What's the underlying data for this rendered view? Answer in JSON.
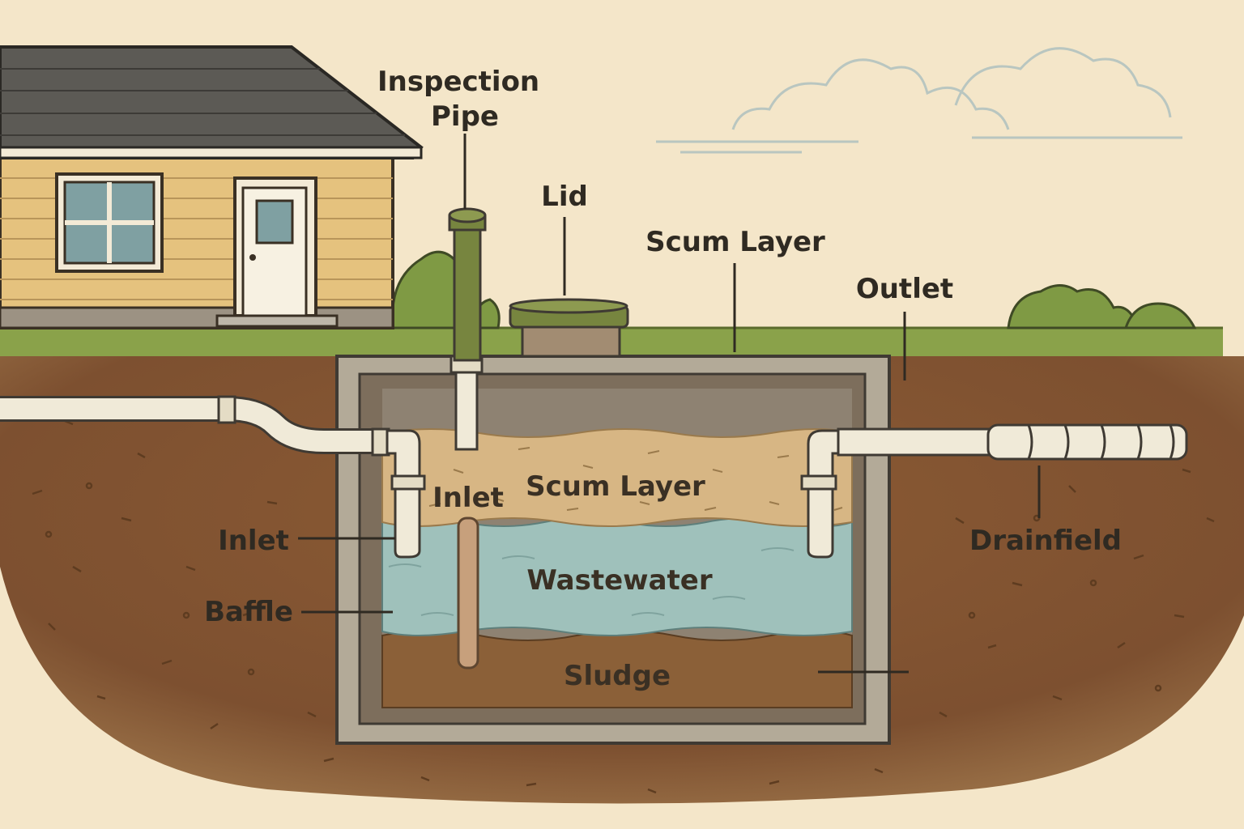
{
  "labels": {
    "inspection_pipe": [
      "Inspection",
      "Pipe"
    ],
    "lid": "Lid",
    "scum_layer_top": "Scum Layer",
    "outlet": "Outlet",
    "inlet_inside": "Inlet",
    "scum_layer_inside": "Scum Layer",
    "inlet_left": "Inlet",
    "drainfield": "Drainfield",
    "wastewater": "Wastewater",
    "baffle": "Baffle",
    "sludge": "Sludge"
  },
  "colors": {
    "background": "#f4e6c9",
    "soil": "#8a5a32",
    "grass": "#8aa24a",
    "concrete": "#b3aa98",
    "scum": "#d7b684",
    "wastewater": "#9fc1bb",
    "sludge": "#8b6038",
    "pipe": "#f0ead8",
    "house_siding": "#e5c27e",
    "roof": "#5c5a55",
    "riser": "#77853f"
  }
}
